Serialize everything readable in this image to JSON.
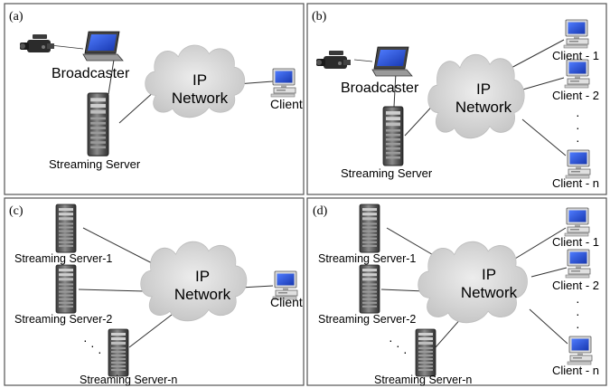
{
  "panels": {
    "a": {
      "tag": "(a)",
      "broadcaster": "Broadcaster",
      "network_line1": "IP",
      "network_line2": "Network",
      "client": "Client",
      "server": "Streaming Server"
    },
    "b": {
      "tag": "(b)",
      "broadcaster": "Broadcaster",
      "network_line1": "IP",
      "network_line2": "Network",
      "server": "Streaming Server",
      "client1": "Client - 1",
      "client2": "Client - 2",
      "clientn": "Client - n"
    },
    "c": {
      "tag": "(c)",
      "network_line1": "IP",
      "network_line2": "Network",
      "client": "Client",
      "server1": "Streaming Server-1",
      "server2": "Streaming Server-2",
      "servern": "Streaming Server-n"
    },
    "d": {
      "tag": "(d)",
      "network_line1": "IP",
      "network_line2": "Network",
      "server1": "Streaming Server-1",
      "server2": "Streaming Server-2",
      "servern": "Streaming Server-n",
      "client1": "Client - 1",
      "client2": "Client - 2",
      "clientn": "Client - n"
    }
  },
  "colors": {
    "cloud": "#cfcfcf",
    "monitor_screen": "#2a52d4",
    "server_body": "#5a5a5a",
    "laptop_screen": "#1c3fb8",
    "frame": "#555555"
  }
}
